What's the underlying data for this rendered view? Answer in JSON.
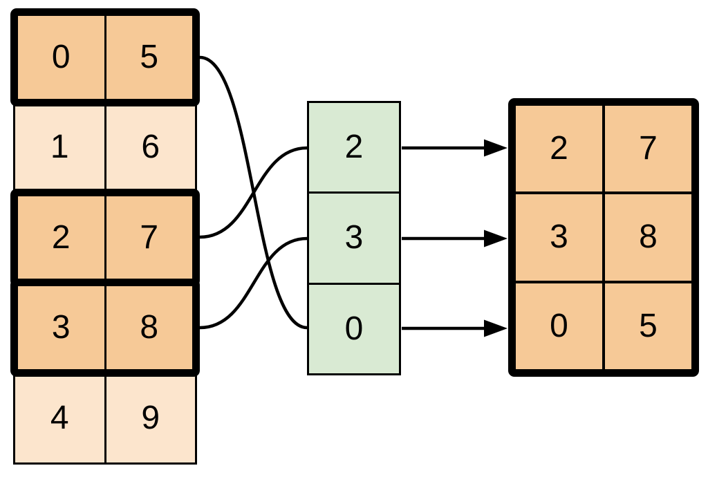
{
  "colors": {
    "background": "#FFFFFF",
    "highlight_fill": "#F6C997",
    "normal_fill": "#FCE5CD",
    "index_fill": "#D9EAD3",
    "line": "#000000"
  },
  "source_table": {
    "rows": [
      {
        "highlighted": true,
        "cells": [
          "0",
          "5"
        ]
      },
      {
        "highlighted": false,
        "cells": [
          "1",
          "6"
        ]
      },
      {
        "highlighted": true,
        "cells": [
          "2",
          "7"
        ]
      },
      {
        "highlighted": true,
        "cells": [
          "3",
          "8"
        ]
      },
      {
        "highlighted": false,
        "cells": [
          "4",
          "9"
        ]
      }
    ]
  },
  "index_column": {
    "cells": [
      "2",
      "3",
      "0"
    ]
  },
  "result_table": {
    "rows": [
      {
        "cells": [
          "2",
          "7"
        ]
      },
      {
        "cells": [
          "3",
          "8"
        ]
      },
      {
        "cells": [
          "0",
          "5"
        ]
      }
    ]
  }
}
